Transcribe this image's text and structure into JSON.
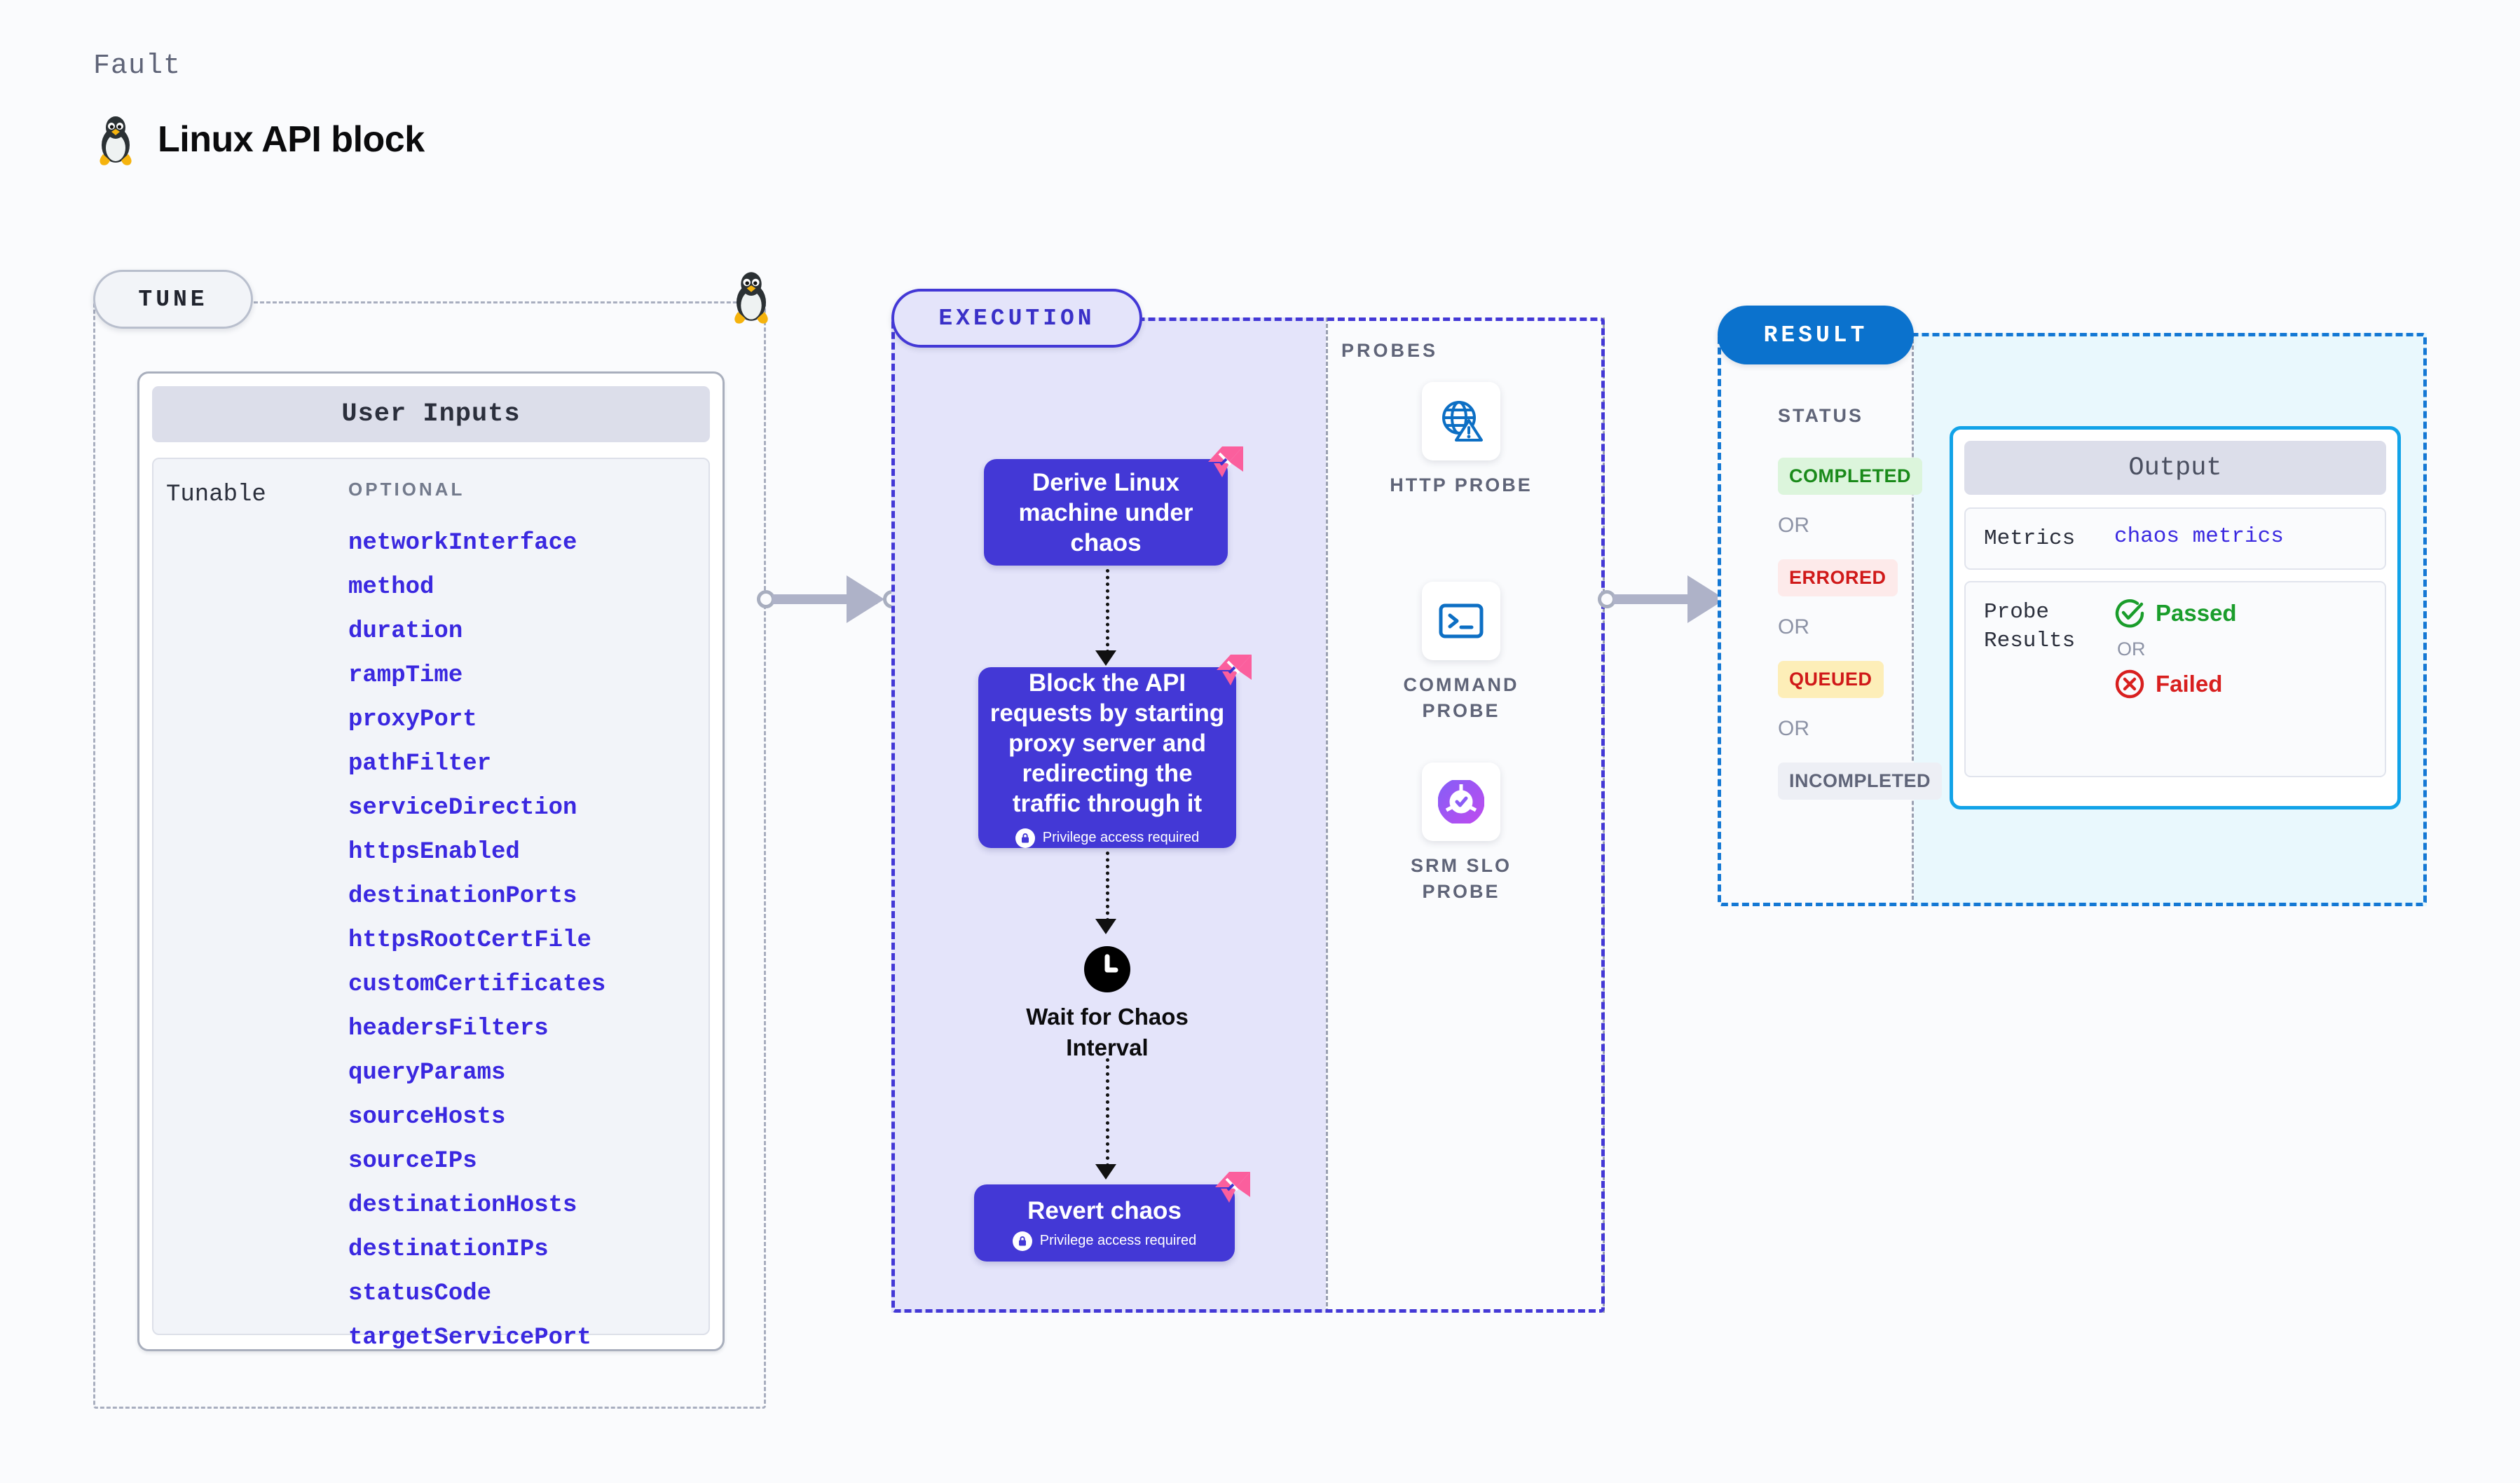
{
  "header": {
    "eyebrow": "Fault",
    "title": "Linux API block",
    "icon": "linux-tux-icon"
  },
  "tune": {
    "pill_label": "TUNE",
    "card_title": "User Inputs",
    "row_label": "Tunable",
    "group_label": "OPTIONAL",
    "params": [
      "networkInterface",
      "method",
      "duration",
      "rampTime",
      "proxyPort",
      "pathFilter",
      "serviceDirection",
      "httpsEnabled",
      "destinationPorts",
      "httpsRootCertFile",
      "customCertificates",
      "headersFilters",
      "queryParams",
      "sourceHosts",
      "sourceIPs",
      "destinationHosts",
      "destinationIPs",
      "statusCode",
      "targetServicePort"
    ]
  },
  "execution": {
    "pill_label": "EXECUTION",
    "nodes": [
      {
        "text": "Derive Linux machine under chaos",
        "privilege": null
      },
      {
        "text": "Block the API requests by starting proxy server and redirecting the traffic through it",
        "privilege": "Privilege access required"
      },
      {
        "text": "Revert chaos",
        "privilege": "Privilege access required"
      }
    ],
    "wait": {
      "caption_line1": "Wait for Chaos",
      "caption_line2": "Interval",
      "icon": "clock-icon"
    }
  },
  "probes": {
    "title": "PROBES",
    "items": [
      {
        "label_line1": "HTTP PROBE",
        "label_line2": "",
        "icon": "globe-warning-icon"
      },
      {
        "label_line1": "COMMAND",
        "label_line2": "PROBE",
        "icon": "terminal-icon"
      },
      {
        "label_line1": "SRM SLO",
        "label_line2": "PROBE",
        "icon": "slo-donut-check-icon"
      }
    ]
  },
  "result": {
    "pill_label": "RESULT",
    "status_title": "STATUS",
    "or_label": "OR",
    "statuses": [
      {
        "label": "COMPLETED",
        "bg": "#dcf5dc",
        "fg": "#1a8a1a"
      },
      {
        "label": "ERRORED",
        "bg": "#fdeaea",
        "fg": "#d01919"
      },
      {
        "label": "QUEUED",
        "bg": "#fdeeb8",
        "fg": "#d01919"
      },
      {
        "label": "INCOMPLETED",
        "bg": "#edeff5",
        "fg": "#5f6478"
      }
    ],
    "output": {
      "title": "Output",
      "metrics_key": "Metrics",
      "metrics_value": "chaos metrics",
      "probe_key_line1": "Probe",
      "probe_key_line2": "Results",
      "passed": "Passed",
      "failed": "Failed",
      "or_label": "OR"
    }
  },
  "colors": {
    "primary": "#4338d6",
    "param": "#3a28e0",
    "result_blue": "#0b72cd",
    "output_cyan": "#12a3e8",
    "pass_green": "#1a9d2b",
    "fail_red": "#d81f1f",
    "badge_pink": "#fb5f9d"
  }
}
